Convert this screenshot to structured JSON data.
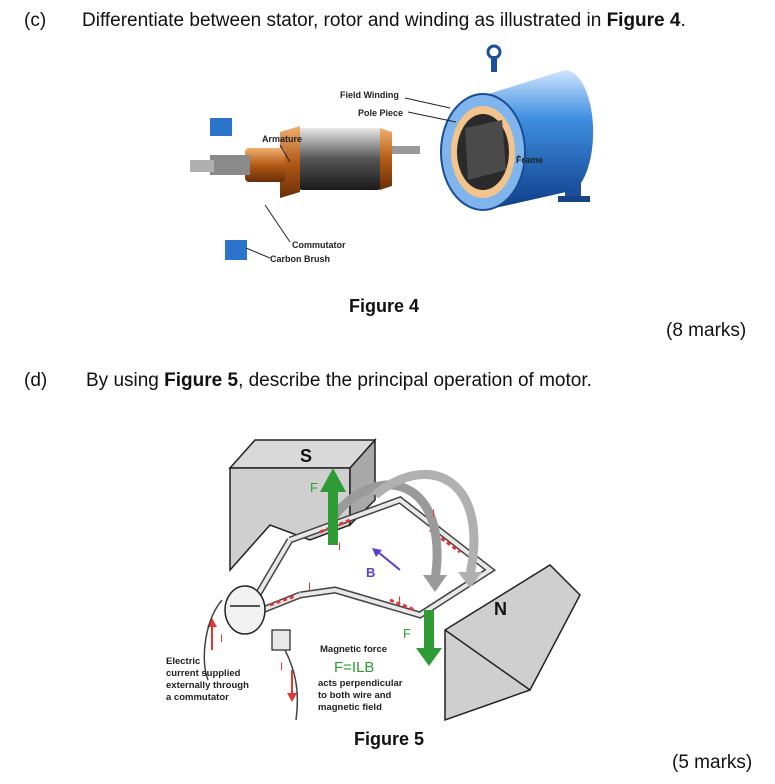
{
  "question_c": {
    "label": "(c)",
    "text_before": "Differentiate between stator, rotor and winding as illustrated in ",
    "ref": "Figure 4",
    "text_after": ".",
    "marks": "(8 marks)"
  },
  "figure4": {
    "caption": "Figure 4",
    "labels": {
      "field_winding": "Field Winding",
      "pole_piece": "Pole Piece",
      "armature": "Armature",
      "frame": "Frame",
      "commutator": "Commutator",
      "carbon_brush": "Carbon Brush"
    }
  },
  "question_d": {
    "label": "(d)",
    "text_before": "By using ",
    "ref": "Figure 5",
    "text_after": ", describe the principal operation of motor.",
    "marks": "(5 marks)"
  },
  "figure5": {
    "caption": "Figure 5",
    "labels": {
      "south": "S",
      "north": "N",
      "force_top": "F",
      "force_bottom": "F",
      "current_i": "I",
      "field_b": "B",
      "left_note_1": "Electric",
      "left_note_2": "current supplied",
      "left_note_3": "externally through",
      "left_note_4": "a commutator",
      "force_title": "Magnetic force",
      "formula": "F=ILB",
      "force_note_1": "acts perpendicular",
      "force_note_2": "to both wire and",
      "force_note_3": "magnetic field"
    }
  }
}
